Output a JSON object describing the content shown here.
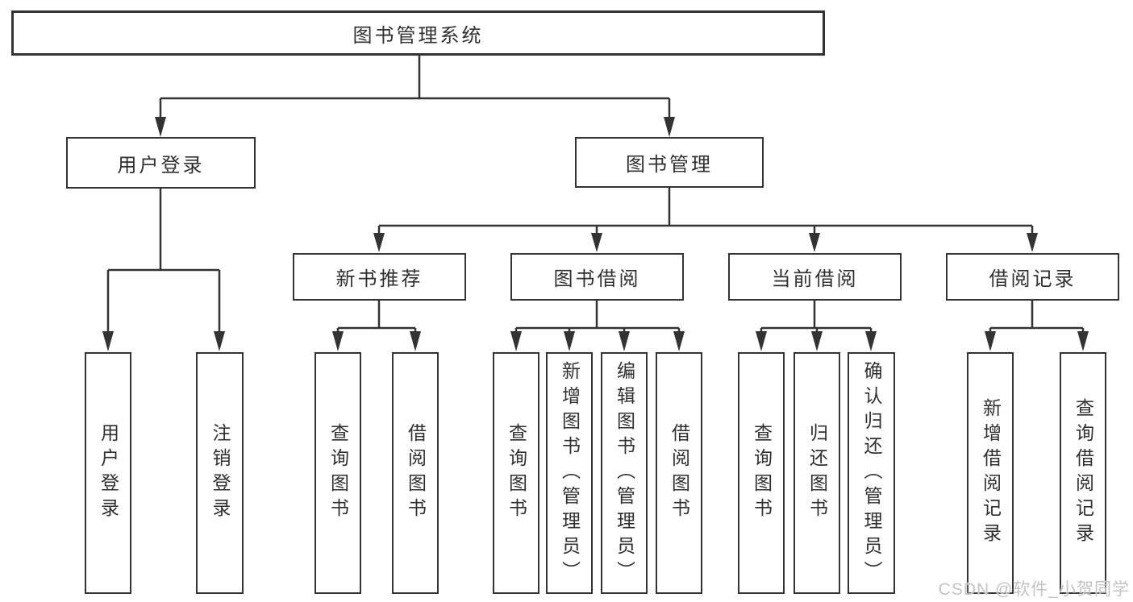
{
  "root": {
    "label": "图书管理系统"
  },
  "level2": [
    {
      "label": "用户登录"
    },
    {
      "label": "图书管理"
    }
  ],
  "level3": [
    {
      "label": "新书推荐"
    },
    {
      "label": "图书借阅"
    },
    {
      "label": "当前借阅"
    },
    {
      "label": "借阅记录"
    }
  ],
  "leaves": {
    "user_login": [
      "用户登录",
      "注销登录"
    ],
    "new_books": [
      "查询图书",
      "借阅图书"
    ],
    "book_borrow": [
      "查询图书",
      "新增图书（管理员）",
      "编辑图书（管理员）",
      "借阅图书"
    ],
    "current_borrow": [
      "查询图书",
      "归还图书",
      "确认归还（管理员）"
    ],
    "borrow_records": [
      "新增借阅记录",
      "查询借阅记录"
    ]
  },
  "watermark": {
    "text": "CSDN @软件_小贺同学"
  },
  "colors": {
    "line": "#333333",
    "box_border": "#333333",
    "text": "#2f2f2f",
    "watermark": "#c4c4c4",
    "background": "#ffffff"
  }
}
